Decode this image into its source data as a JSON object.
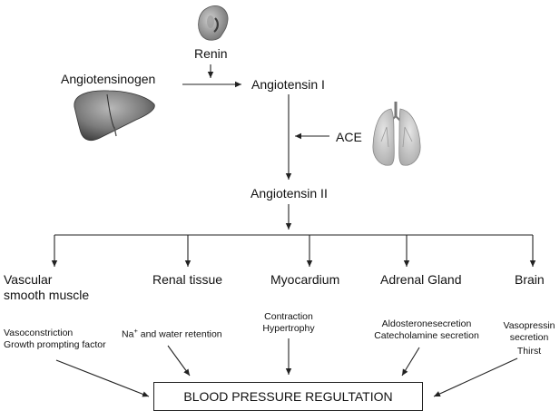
{
  "renin": "Renin",
  "angiotensinogen": "Angiotensinogen",
  "angiotensin_1": "Angiotensin I",
  "ace": "ACE",
  "angiotensin_2": "Angiotensin II",
  "targets": {
    "vascular": {
      "line1": "Vascular",
      "line2": "smooth muscle",
      "effect1": "Vasoconstriction",
      "effect2": "Growth prompting factor"
    },
    "renal": {
      "label": "Renal tissue",
      "effect_prefix": "Na",
      "effect_sup": "+",
      "effect_suffix": " and water retention"
    },
    "myocardium": {
      "label": "Myocardium",
      "effect1": "Contraction",
      "effect2": "Hypertrophy"
    },
    "adrenal": {
      "label": "Adrenal Gland",
      "effect1": "Aldosteronesecretion",
      "effect2": "Catecholamine secretion"
    },
    "brain": {
      "label": "Brain",
      "effect1": "Vasopressin",
      "effect2": "secretion",
      "effect3": "Thirst"
    }
  },
  "outcome": "BLOOD PRESSURE REGULTATION"
}
